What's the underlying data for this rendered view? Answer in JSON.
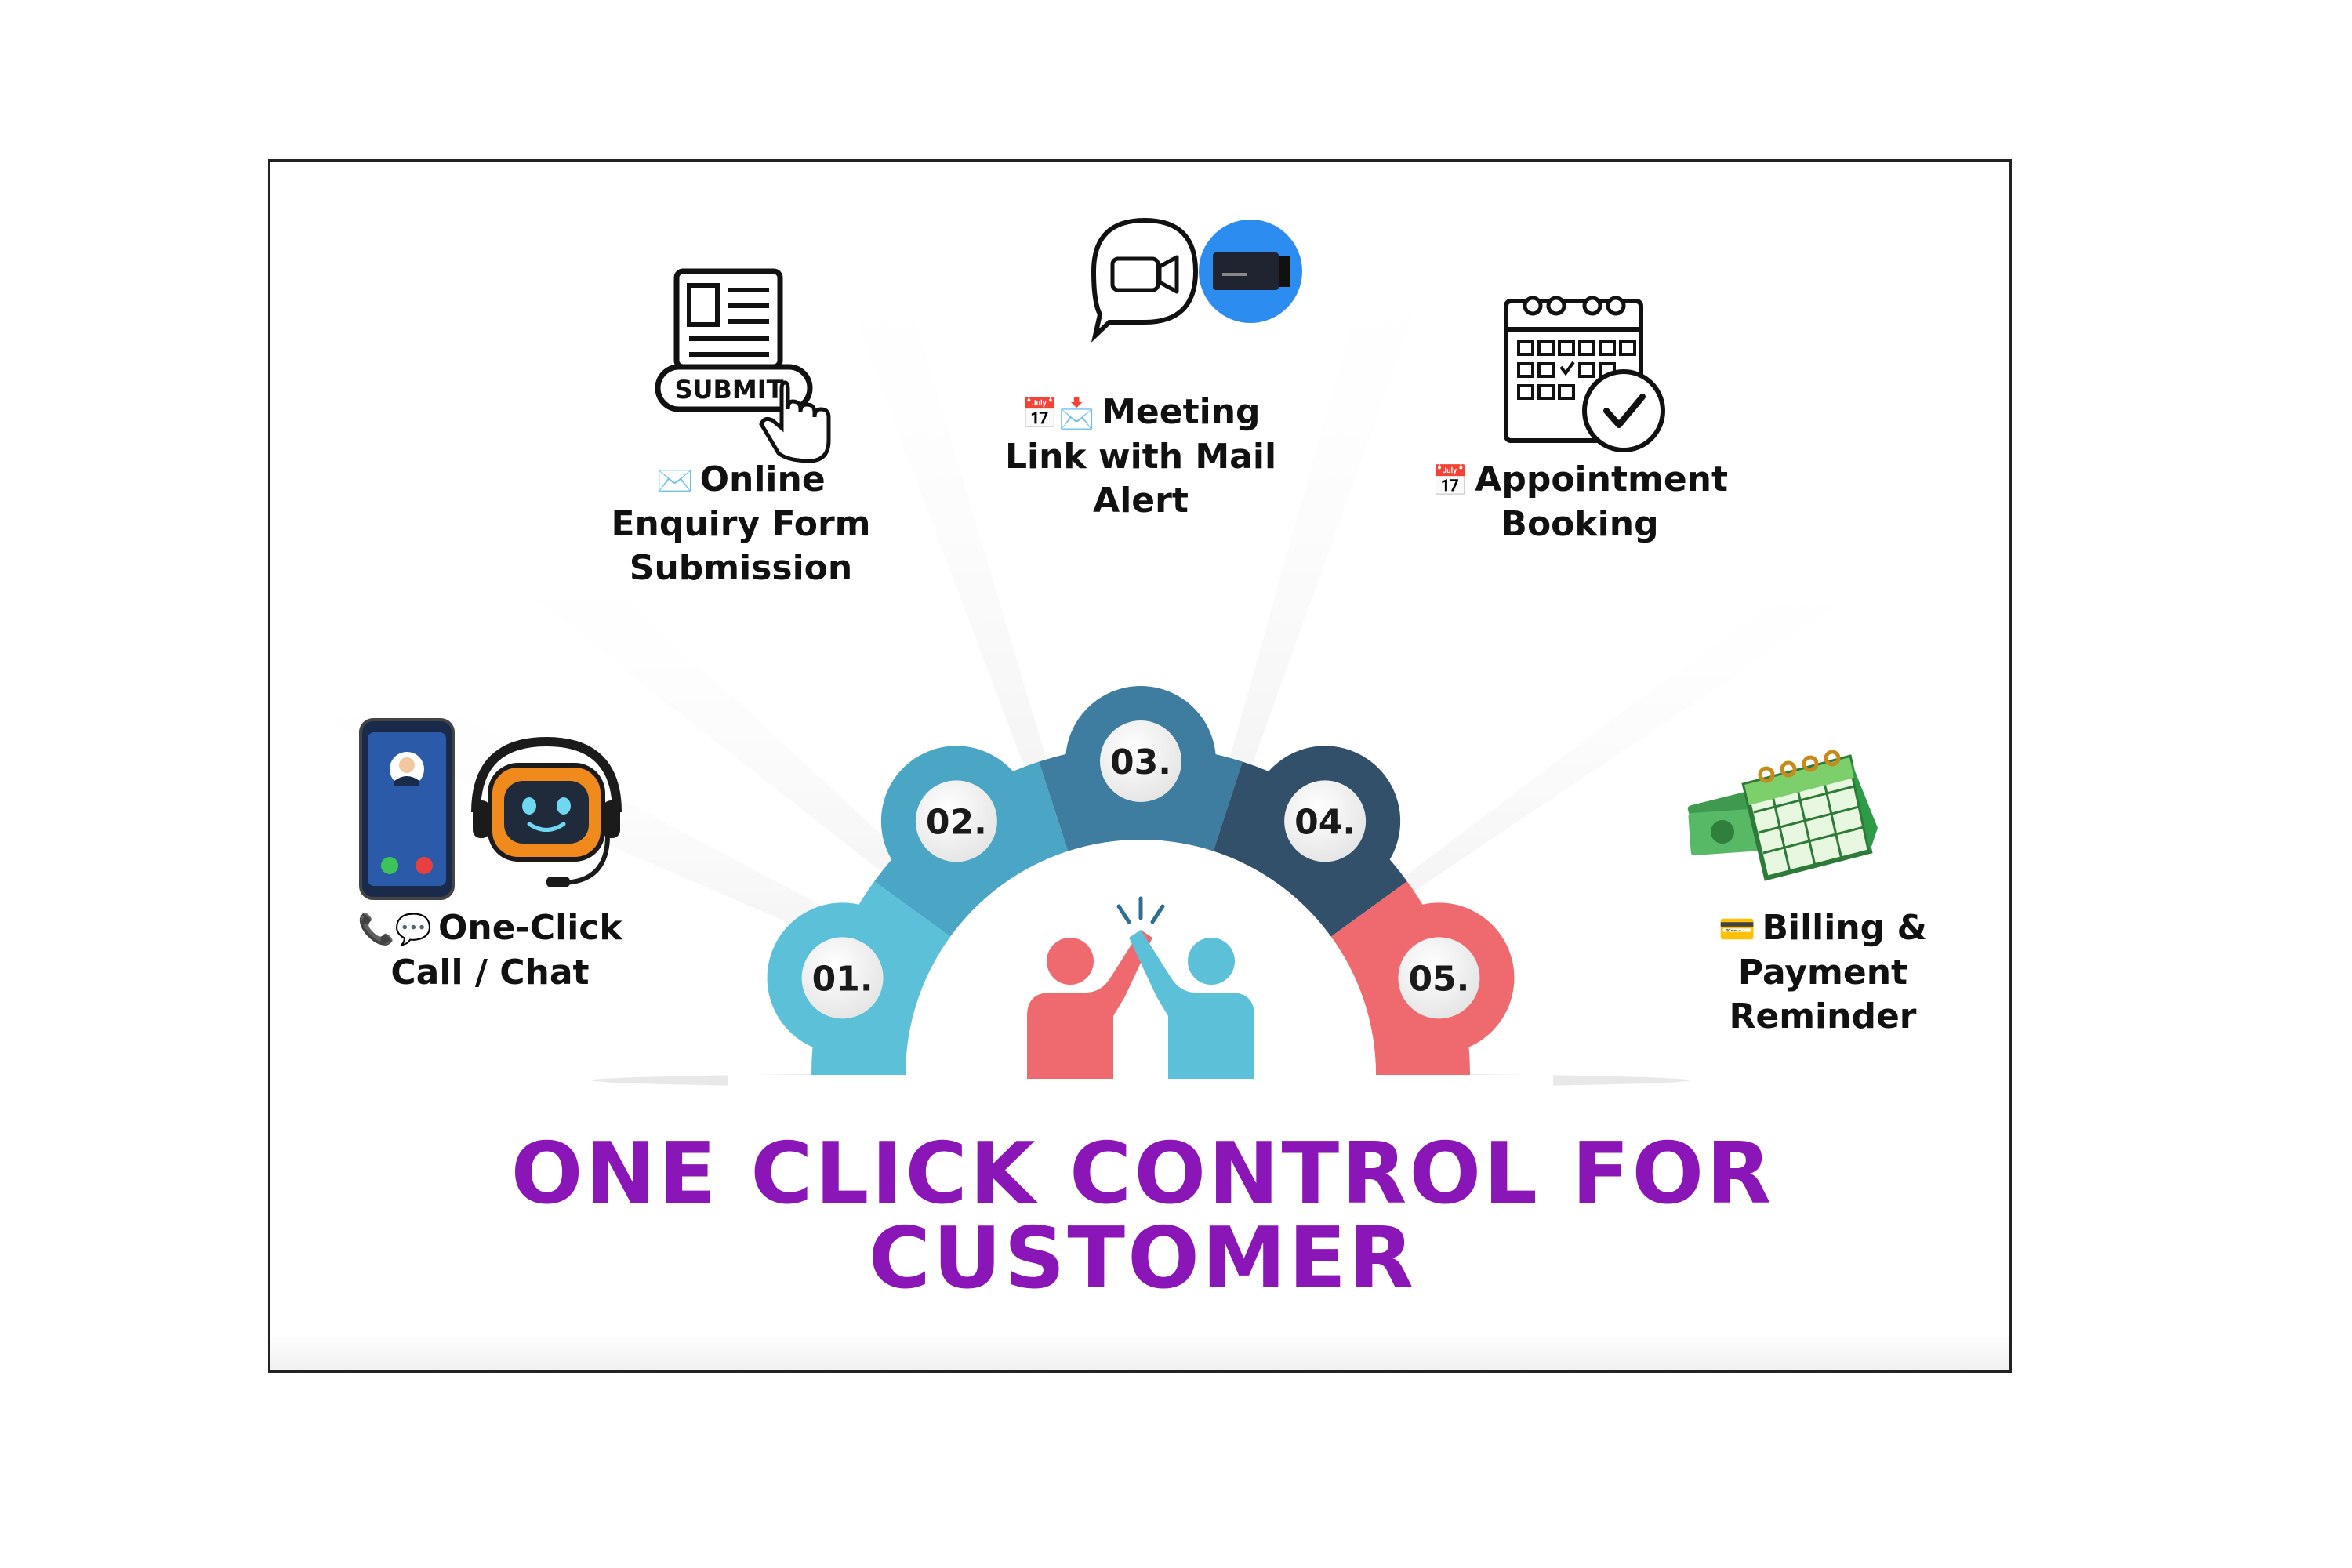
{
  "title": {
    "line1": "ONE CLICK CONTROL FOR",
    "line2": "CUSTOMER"
  },
  "center_icon": "high-five-people-icon",
  "colors": {
    "title": "#8b16b8",
    "segment_01": "#5cc0d8",
    "segment_02": "#4aa6c4",
    "segment_03": "#3f7da0",
    "segment_04": "#32506a",
    "segment_05": "#ef6a6f"
  },
  "steps": [
    {
      "number": "01.",
      "glyph": "📞💬",
      "line1": "One-Click",
      "line2": "Call / Chat",
      "line3": "",
      "icon": "phone-and-chatbot-icon"
    },
    {
      "number": "02.",
      "glyph": "✉️",
      "line1": "Online",
      "line2": "Enquiry Form",
      "line3": "Submission",
      "icon": "submit-form-icon"
    },
    {
      "number": "03.",
      "glyph": "📅📩",
      "line1": "Meeting",
      "line2": "Link with Mail",
      "line3": "Alert",
      "icon": "video-meeting-icon"
    },
    {
      "number": "04.",
      "glyph": "📅",
      "line1": "Appointment",
      "line2": "Booking",
      "line3": "",
      "icon": "calendar-check-icon"
    },
    {
      "number": "05.",
      "glyph": "💳",
      "line1": "Billing &",
      "line2": "Payment",
      "line3": "Reminder",
      "icon": "money-calendar-icon"
    }
  ]
}
